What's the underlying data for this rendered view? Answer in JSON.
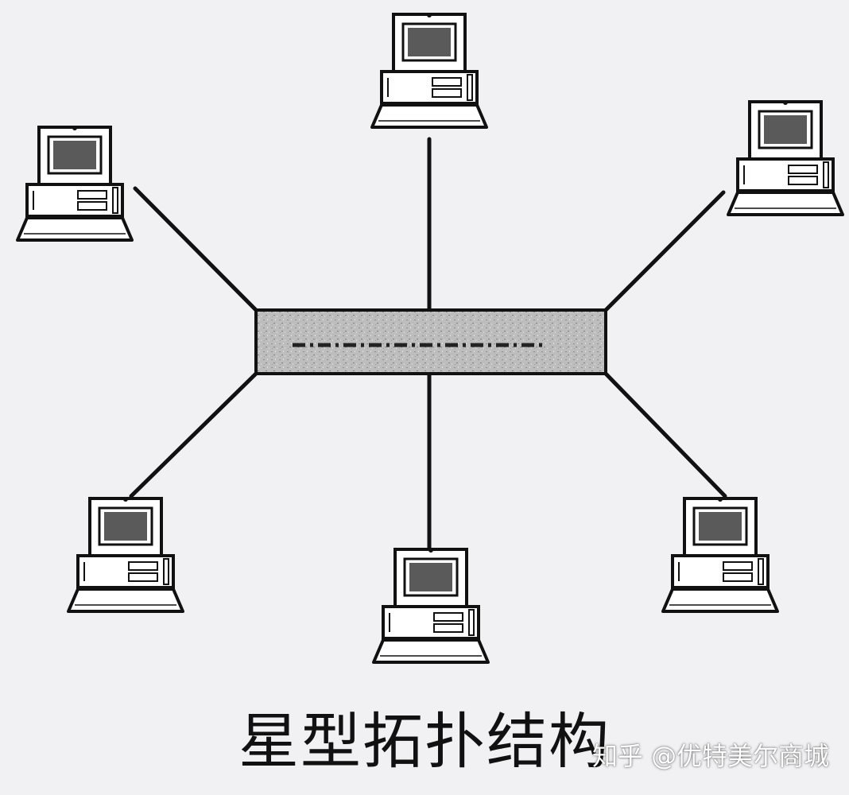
{
  "diagram": {
    "caption": "星型拓扑结构",
    "watermark": "知乎 @优特美尔商城",
    "nodes": [
      "computer",
      "computer",
      "computer",
      "computer",
      "computer",
      "computer"
    ],
    "hub": "hub",
    "icon_names": {
      "computer": "computer-icon",
      "hub": "hub-icon"
    }
  },
  "colors": {
    "background": "#f1f1f3",
    "line": "#111111",
    "screen": "#5a5a5a",
    "hub_fill": "#b5b5b5"
  }
}
